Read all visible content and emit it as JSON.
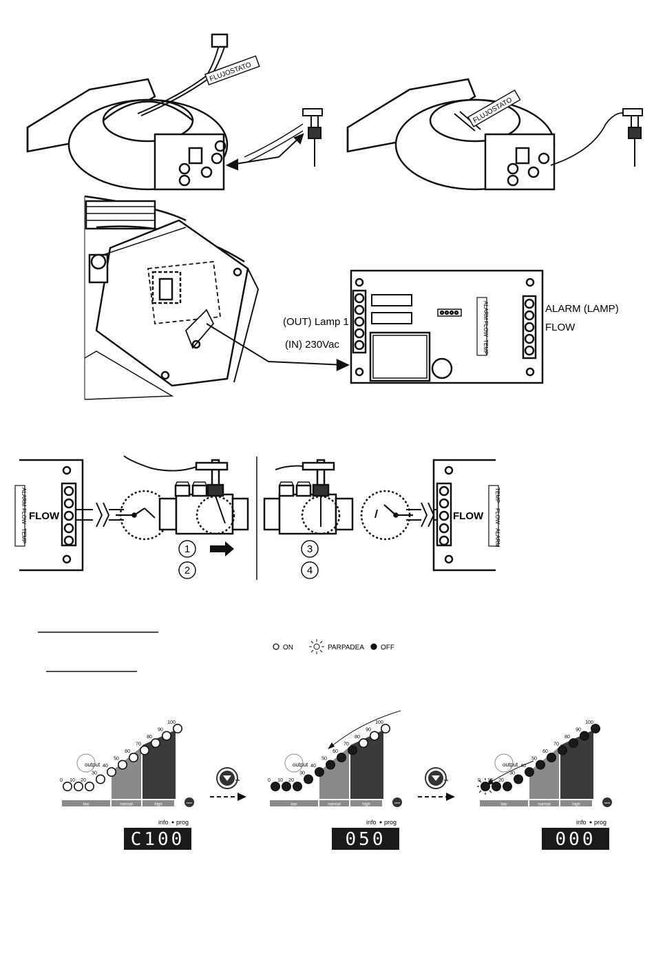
{
  "top": {
    "flujostato_tag_1": "FLUJOSTATO",
    "flujostato_tag_2": "FLUJOSTATO"
  },
  "board": {
    "left_labels": [
      "(OUT) Lamp 1",
      "(IN) 230Vac"
    ],
    "right_labels": [
      "ALARM (LAMP)",
      "FLOW"
    ],
    "vertical_labels": [
      "ALARM",
      "FLOW",
      "TEMP"
    ]
  },
  "flow_panels": {
    "left_label": "FLOW",
    "right_label": "FLOW",
    "side_labels_left": [
      "ALARM",
      "FLOW",
      "TEMP"
    ],
    "side_labels_right": [
      "TEMP",
      "FLOW",
      "ALARM"
    ],
    "steps": [
      "1",
      "2",
      "3",
      "4"
    ]
  },
  "legend": {
    "on": "ON",
    "blink": "PARPADEA",
    "off": "OFF"
  },
  "sequence": {
    "scale_labels": [
      "0",
      "10",
      "20",
      "30",
      "40",
      "50",
      "60",
      "70",
      "80",
      "90",
      "100"
    ],
    "zones": [
      "low",
      "normal",
      "high"
    ],
    "output_label": "output",
    "info_label": "info",
    "prog_label": "prog",
    "save_label": "save",
    "panels": [
      {
        "display": "C100",
        "on_count": 11,
        "blink_index": -1
      },
      {
        "display": "050",
        "on_count": 3,
        "blink_index": -1
      },
      {
        "display": "000",
        "on_count": 0,
        "blink_index": 0
      }
    ]
  }
}
